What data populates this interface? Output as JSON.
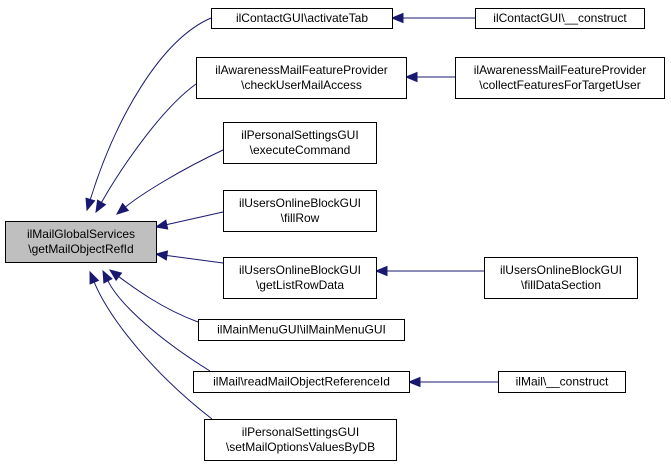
{
  "graph": {
    "colors": {
      "edge": "#191970",
      "root_fill": "#bfbfbf",
      "node_fill": "#ffffff",
      "border": "#000000"
    },
    "nodes": [
      {
        "id": "root",
        "lines": [
          "ilMailGlobalServices",
          "\\getMailObjectRefId"
        ],
        "root": true
      },
      {
        "id": "n1",
        "lines": [
          "ilContactGUI\\activateTab"
        ]
      },
      {
        "id": "n1a",
        "lines": [
          "ilContactGUI\\__construct"
        ]
      },
      {
        "id": "n2",
        "lines": [
          "ilAwarenessMailFeatureProvider",
          "\\checkUserMailAccess"
        ]
      },
      {
        "id": "n2a",
        "lines": [
          "ilAwarenessMailFeatureProvider",
          "\\collectFeaturesForTargetUser"
        ]
      },
      {
        "id": "n3",
        "lines": [
          "ilPersonalSettingsGUI",
          "\\executeCommand"
        ]
      },
      {
        "id": "n4",
        "lines": [
          "ilUsersOnlineBlockGUI",
          "\\fillRow"
        ]
      },
      {
        "id": "n5",
        "lines": [
          "ilUsersOnlineBlockGUI",
          "\\getListRowData"
        ]
      },
      {
        "id": "n5a",
        "lines": [
          "ilUsersOnlineBlockGUI",
          "\\fillDataSection"
        ]
      },
      {
        "id": "n6",
        "lines": [
          "ilMainMenuGUI\\ilMainMenuGUI"
        ]
      },
      {
        "id": "n7",
        "lines": [
          "ilMail\\readMailObjectReferenceId"
        ]
      },
      {
        "id": "n7a",
        "lines": [
          "ilMail\\__construct"
        ]
      },
      {
        "id": "n8",
        "lines": [
          "ilPersonalSettingsGUI",
          "\\setMailOptionsValuesByDB"
        ]
      }
    ],
    "edges": [
      {
        "from": "n1",
        "to": "root"
      },
      {
        "from": "n2",
        "to": "root"
      },
      {
        "from": "n3",
        "to": "root"
      },
      {
        "from": "n4",
        "to": "root"
      },
      {
        "from": "n5",
        "to": "root"
      },
      {
        "from": "n6",
        "to": "root"
      },
      {
        "from": "n7",
        "to": "root"
      },
      {
        "from": "n8",
        "to": "root"
      },
      {
        "from": "n1a",
        "to": "n1"
      },
      {
        "from": "n2a",
        "to": "n2"
      },
      {
        "from": "n5a",
        "to": "n5"
      },
      {
        "from": "n7a",
        "to": "n7"
      }
    ]
  }
}
